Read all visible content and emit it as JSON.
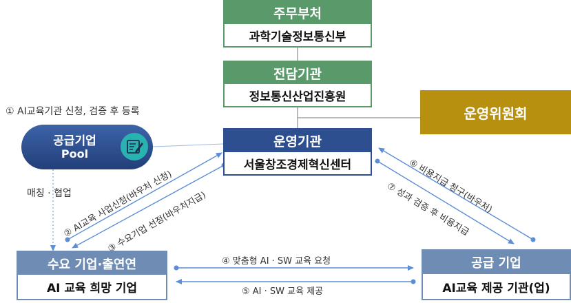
{
  "colors": {
    "green": "#5a9a6a",
    "navy": "#2e4f8f",
    "slate": "#6f8db4",
    "gold": "#b8900f",
    "arrow": "#5b8ed6"
  },
  "nodes": {
    "ministry": {
      "title": "주무부처",
      "sub": "과학기술정보통신부"
    },
    "agency": {
      "title": "전담기관",
      "sub": "정보통신산업진흥원"
    },
    "committee": {
      "title": "운영위원회"
    },
    "operator": {
      "title": "운영기관",
      "sub": "서울창조경제혁신센터"
    },
    "pool": {
      "line1": "공급기업",
      "line2": "Pool",
      "icon": "notepad-pen-icon"
    },
    "demand": {
      "title": "수요 기업·출연연",
      "sub": "AI 교육 희망 기업"
    },
    "supply": {
      "title": "공급 기업",
      "sub": "AI교육 제공 기관(업)"
    }
  },
  "labels": {
    "step1": "① AI교육기관 신청, 검증 후 등록",
    "matching": "매칭 · 협업",
    "step2": "② AI교육 사업신청(바우처 신청)",
    "step3": "③ 수요기업 선정(바우처지급)",
    "step4": "④ 맞춤형 AI · SW 교육 요청",
    "step5": "⑤ AI · SW 교육 제공",
    "step6": "⑥ 비용지급 청구(바우처)",
    "step7": "⑦ 성과 검증 후 비용지급"
  }
}
